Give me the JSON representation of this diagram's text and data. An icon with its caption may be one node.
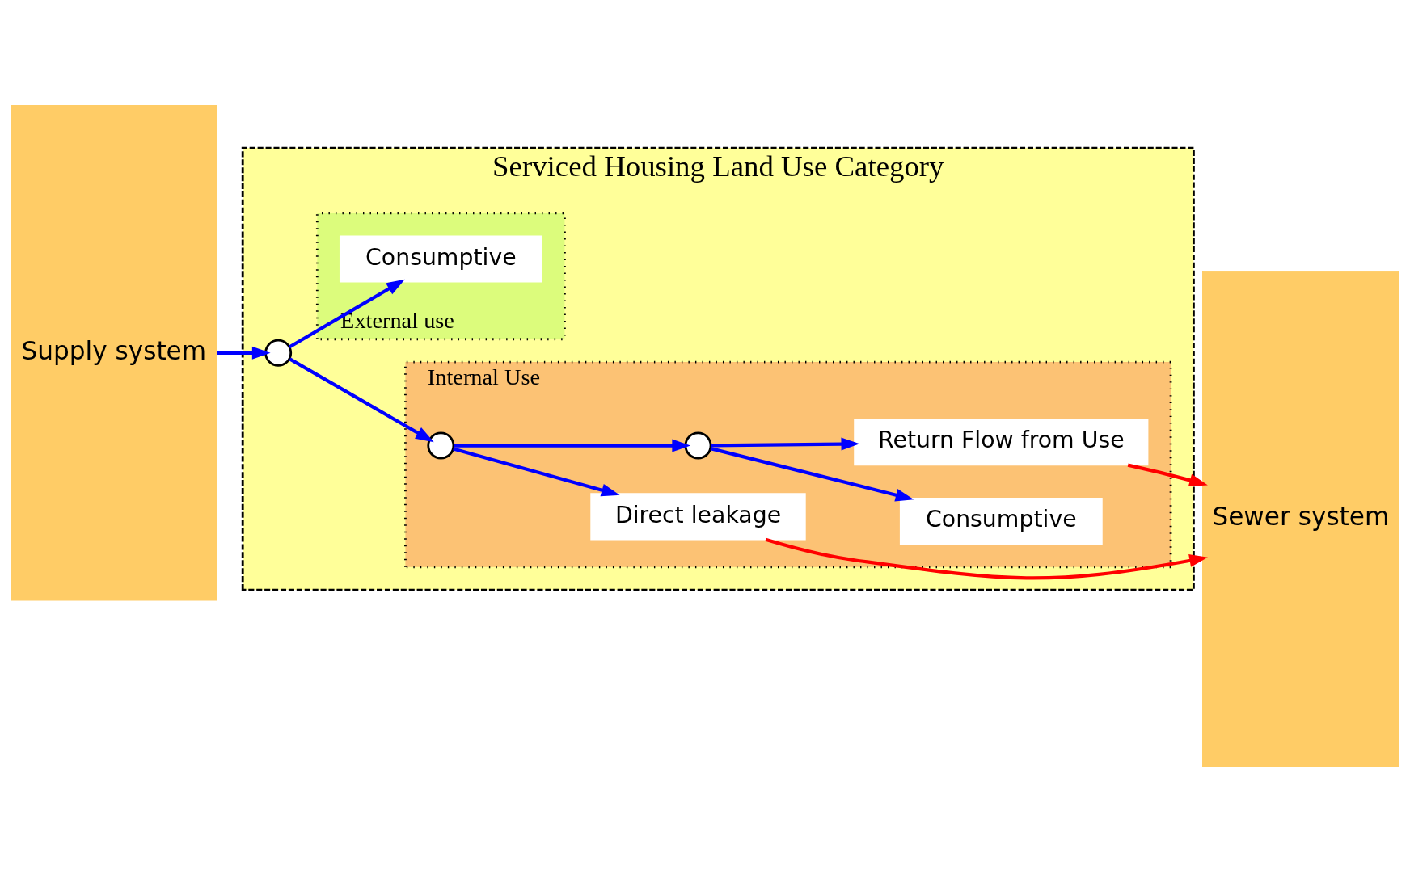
{
  "diagram": {
    "nodes": [
      {
        "text": [
          "Supply system"
        ]
      },
      {
        "text": [
          "Serviced Housing Land Use Category"
        ]
      },
      {
        "text": [
          "Internal Use"
        ],
        "in": 1
      },
      {
        "text": [
          "Consumptive"
        ],
        "in": 2
      },
      {
        "text": [
          "Return Flow from Use"
        ],
        "in": 2
      },
      {
        "text": [
          "Direct leakage"
        ],
        "in": 2
      },
      {
        "text": [
          "External use"
        ],
        "in": 1
      },
      {
        "text": [
          "Consumptive"
        ],
        "in": 6
      },
      {
        "text": [
          "Sewer system"
        ]
      },
      {
        "text": [],
        "shape": "circle",
        "in": 2
      },
      {
        "text": [],
        "shape": "circle",
        "in": 2
      },
      {
        "text": [],
        "shape": "circle",
        "in": 1
      }
    ],
    "edges": [
      {
        "from": 0,
        "to": 11,
        "arrow": "to"
      },
      {
        "from": 11,
        "to": 9,
        "arrow": "to"
      },
      {
        "from": 11,
        "to": 7,
        "arrow": "to"
      },
      {
        "from": 9,
        "to": 10,
        "arrow": "to"
      },
      {
        "from": 9,
        "to": 5,
        "arrow": "to"
      },
      {
        "from": 10,
        "to": 3,
        "arrow": "to"
      },
      {
        "from": 10,
        "to": 4,
        "arrow": "to"
      },
      {
        "from": 4,
        "to": 8,
        "arrow": "to",
        "color": "#ff0000"
      },
      {
        "from": 5,
        "to": 8,
        "arrow": "to",
        "color": "#ff0000"
      }
    ]
  }
}
